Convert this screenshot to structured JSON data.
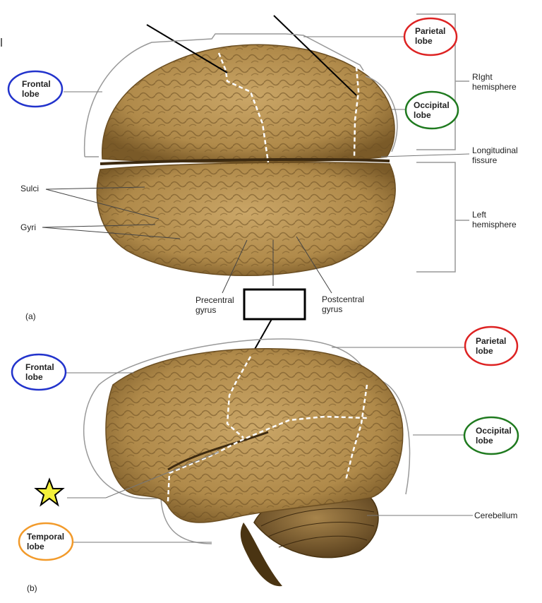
{
  "colors": {
    "frontal": "#2233cc",
    "parietal": "#dd2222",
    "occipital": "#1f7a1f",
    "temporal": "#f29a2a",
    "brain": "#b08a4a",
    "brain_dark": "#6b4e22",
    "star": "#f4f03a"
  },
  "panel_a": {
    "label": "(a)",
    "frontal": "Frontal\nlobe",
    "parietal": "Parietal\nlobe",
    "occipital": "Occipital\nlobe",
    "right_hemisphere": "RIght\nhemisphere",
    "longitudinal_fissure": "Longitudinal\nfissure",
    "left_hemisphere": "Left\nhemisphere",
    "sulci": "Sulci",
    "gyri": "Gyri",
    "precentral": "Precentral\ngyrus",
    "postcentral": "Postcentral\ngyrus"
  },
  "panel_b": {
    "label": "(b)",
    "frontal": "Frontal\nlobe",
    "parietal": "Parietal\nlobe",
    "occipital": "Occipital\nlobe",
    "temporal": "Temporal\nlobe",
    "cerebellum": "Cerebellum",
    "star_icon": "star-icon"
  }
}
